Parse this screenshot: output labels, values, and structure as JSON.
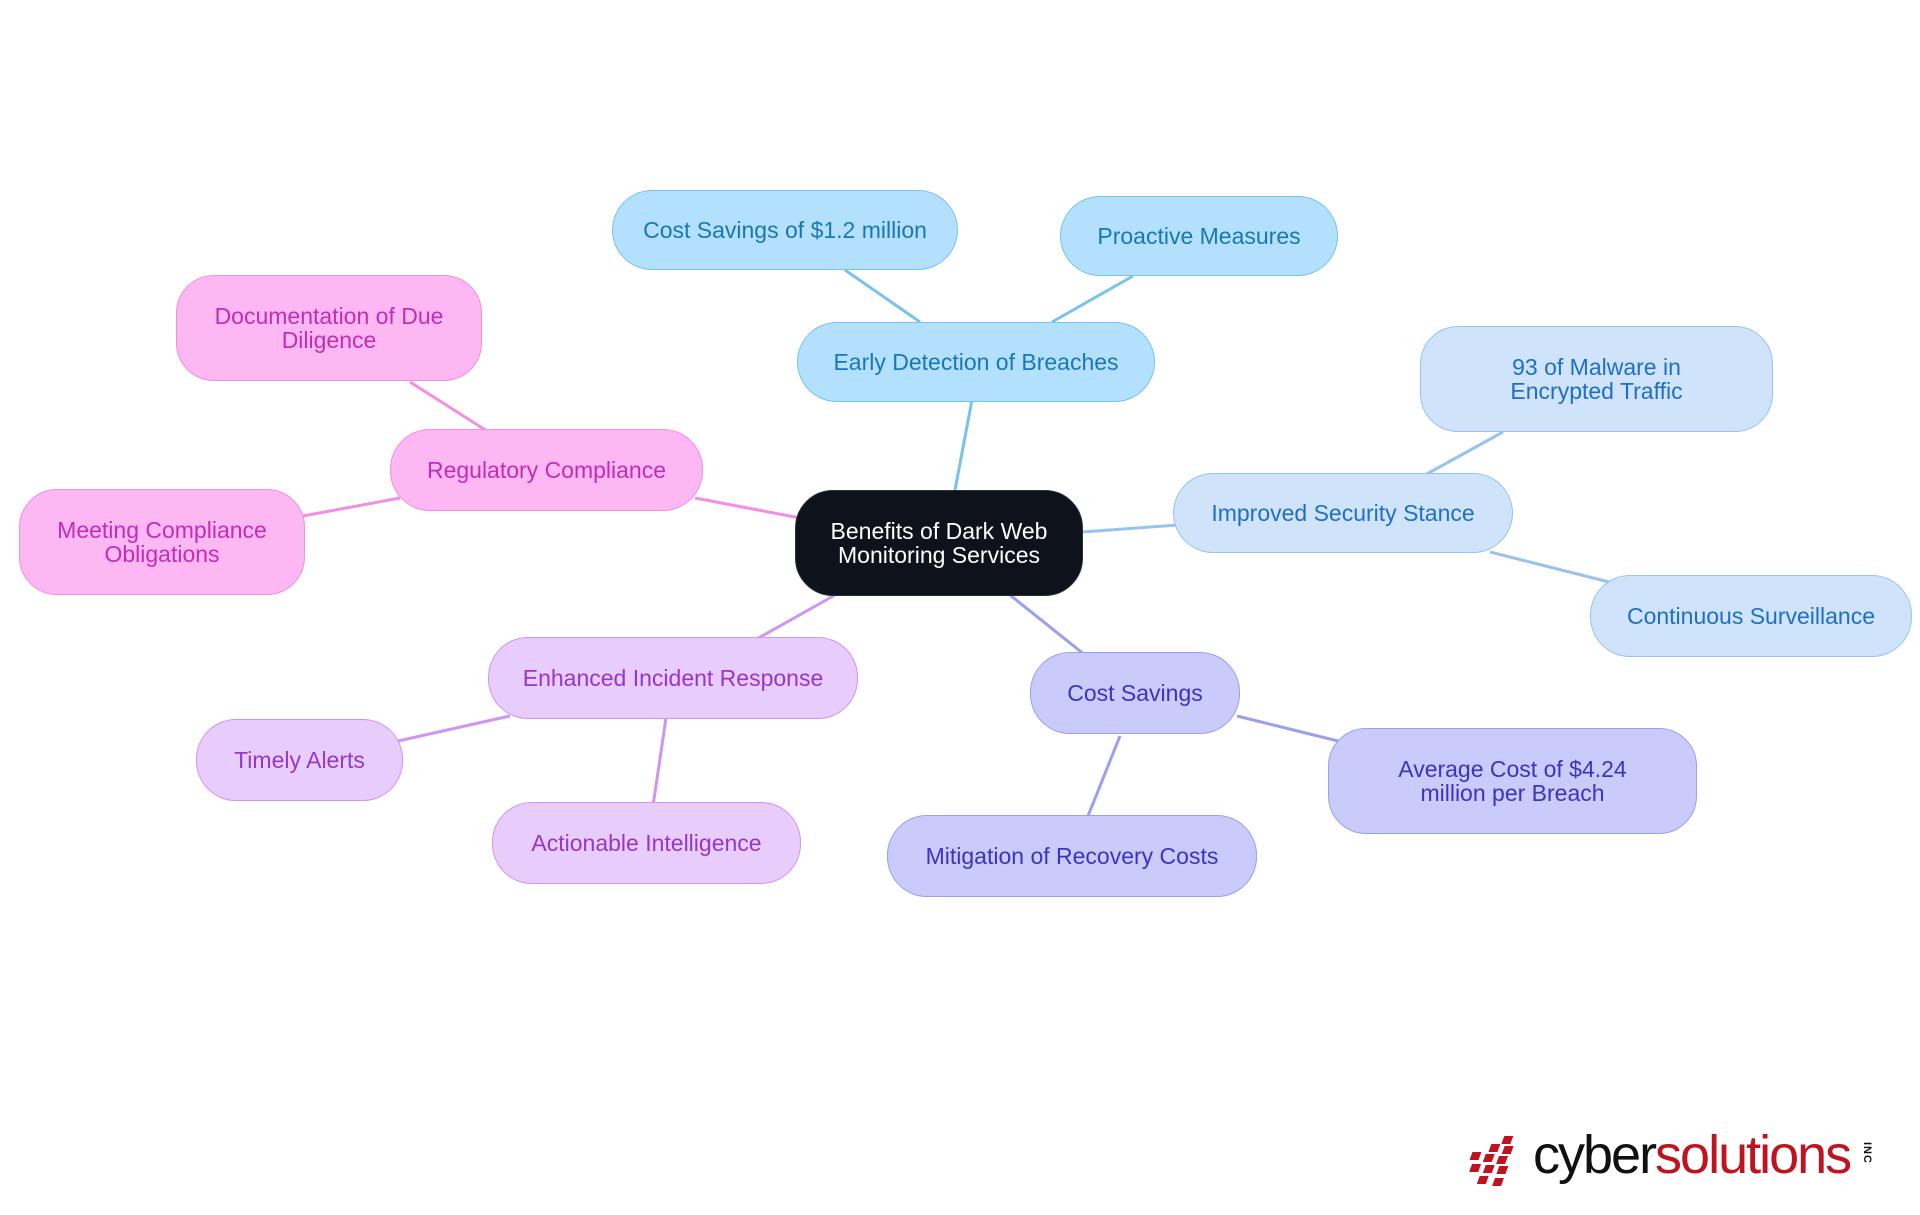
{
  "diagram": {
    "type": "mind-map",
    "root": {
      "label": "Benefits of Dark Web Monitoring Services"
    },
    "branches": [
      {
        "label": "Early Detection of Breaches",
        "color": "#b3e0fc",
        "children": [
          "Cost Savings of $1.2 million",
          "Proactive Measures"
        ]
      },
      {
        "label": "Improved Security Stance",
        "color": "#cfe3fb",
        "children": [
          "93 of Malware in Encrypted Traffic",
          "Continuous Surveillance"
        ]
      },
      {
        "label": "Cost Savings",
        "color": "#c9cbfb",
        "children": [
          "Average Cost of $4.24 million per Breach",
          "Mitigation of Recovery Costs"
        ]
      },
      {
        "label": "Enhanced Incident Response",
        "color": "#e8ccfb",
        "children": [
          "Timely Alerts",
          "Actionable Intelligence"
        ]
      },
      {
        "label": "Regulatory Compliance",
        "color": "#fdb7f2",
        "children": [
          "Documentation of Due Diligence",
          "Meeting Compliance Obligations"
        ]
      }
    ]
  },
  "logo": {
    "text_main": "cyber",
    "text_accent": "solutions",
    "suffix": "INC",
    "accent_color": "#c1121f"
  }
}
